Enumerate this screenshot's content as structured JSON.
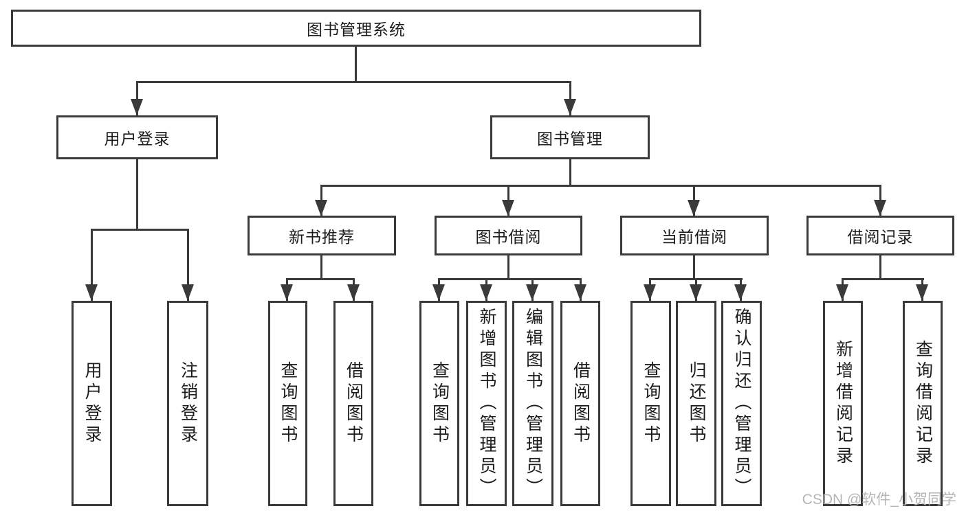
{
  "colors": {
    "line": "#3a3a3a",
    "text": "#1c1c1c",
    "background": "#ffffff",
    "watermark": "#b5b5b5"
  },
  "tree": {
    "label": "图书管理系统",
    "children": [
      {
        "label": "用户登录",
        "children": [
          {
            "label": "用户登录"
          },
          {
            "label": "注销登录"
          }
        ]
      },
      {
        "label": "图书管理",
        "children": [
          {
            "label": "新书推荐",
            "children": [
              {
                "label": "查询图书"
              },
              {
                "label": "借阅图书"
              }
            ]
          },
          {
            "label": "图书借阅",
            "children": [
              {
                "label": "查询图书"
              },
              {
                "label": "新增图书（管理员）"
              },
              {
                "label": "编辑图书（管理员）"
              },
              {
                "label": "借阅图书"
              }
            ]
          },
          {
            "label": "当前借阅",
            "children": [
              {
                "label": "查询图书"
              },
              {
                "label": "归还图书"
              },
              {
                "label": "确认归还（管理员）"
              }
            ]
          },
          {
            "label": "借阅记录",
            "children": [
              {
                "label": "新增借阅记录"
              },
              {
                "label": "查询借阅记录"
              }
            ]
          }
        ]
      }
    ]
  },
  "watermark": {
    "text": "CSDN @软件_小贺同学"
  }
}
